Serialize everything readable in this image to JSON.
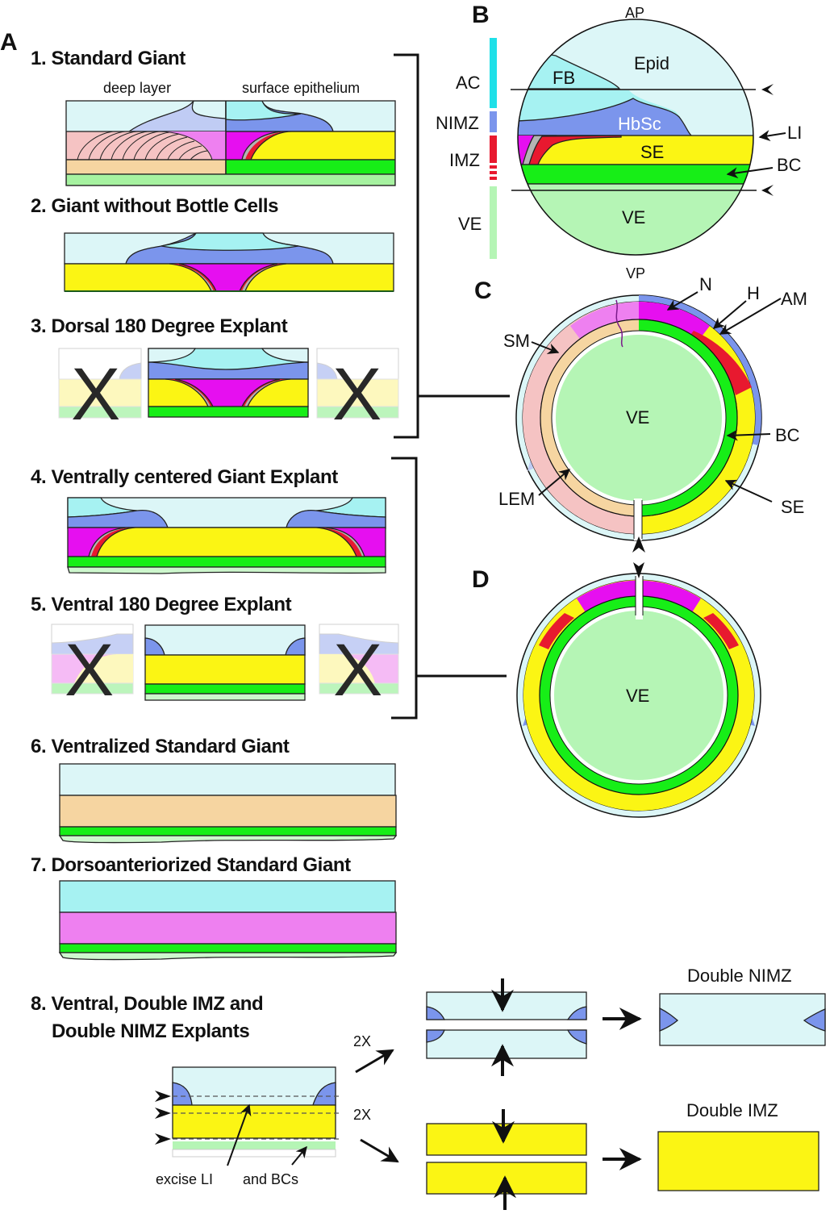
{
  "colors": {
    "epid": "#dcf6f7",
    "ac_cyan": "#a6f2f2",
    "ac_bar": "#1fe0e8",
    "nimz_blue": "#7b95ec",
    "nimz_light": "#c0ccf4",
    "magenta": "#e60ff0",
    "pink_magenta": "#ee80f0",
    "red": "#e8192f",
    "grey": "#b4b4b4",
    "yellow": "#fbf514",
    "pale_yellow": "#fdf8b8",
    "green": "#17ee17",
    "ve_green": "#b5f5b5",
    "ve_light": "#cdf7cd",
    "salmon": "#f5c3c3",
    "tan": "#f6d5a1",
    "black": "#111111"
  },
  "panels": {
    "A": {
      "letter": "A",
      "items": [
        {
          "num": "1.",
          "title": "1. Standard Giant",
          "sublabels": [
            "deep layer",
            "surface epithelium"
          ]
        },
        {
          "num": "2.",
          "title": "2. Giant without Bottle Cells"
        },
        {
          "num": "3.",
          "title": "3. Dorsal 180 Degree Explant",
          "excluded_mark": "X"
        },
        {
          "num": "4.",
          "title": "4. Ventrally centered Giant Explant"
        },
        {
          "num": "5.",
          "title": "5. Ventral 180 Degree Explant",
          "excluded_mark": "X"
        },
        {
          "num": "6.",
          "title": "6. Ventralized Standard Giant"
        },
        {
          "num": "7.",
          "title": "7. Dorsoanteriorized Standard Giant"
        },
        {
          "num": "8.",
          "title_line1": "8. Ventral, Double IMZ and",
          "title_line2": "Double NIMZ Explants",
          "annotations": {
            "excise_li": "excise LI",
            "and_bcs": "and BCs",
            "mult_top": "2X",
            "mult_bottom": "2X"
          },
          "results": {
            "top": "Double NIMZ",
            "bottom": "Double IMZ"
          }
        }
      ]
    },
    "B": {
      "letter": "B",
      "pole_top": "AP",
      "pole_bottom": "VP",
      "bar_labels": [
        "AC",
        "NIMZ",
        "IMZ",
        "VE"
      ],
      "regions": [
        "Epid",
        "FB",
        "HbSc",
        "SE",
        "VE"
      ],
      "pointers": [
        "LI",
        "BC"
      ]
    },
    "C": {
      "letter": "C",
      "center": "VE",
      "pointers": [
        "N",
        "H",
        "AM",
        "SM",
        "BC",
        "LEM",
        "SE"
      ]
    },
    "D": {
      "letter": "D",
      "center": "VE"
    }
  }
}
